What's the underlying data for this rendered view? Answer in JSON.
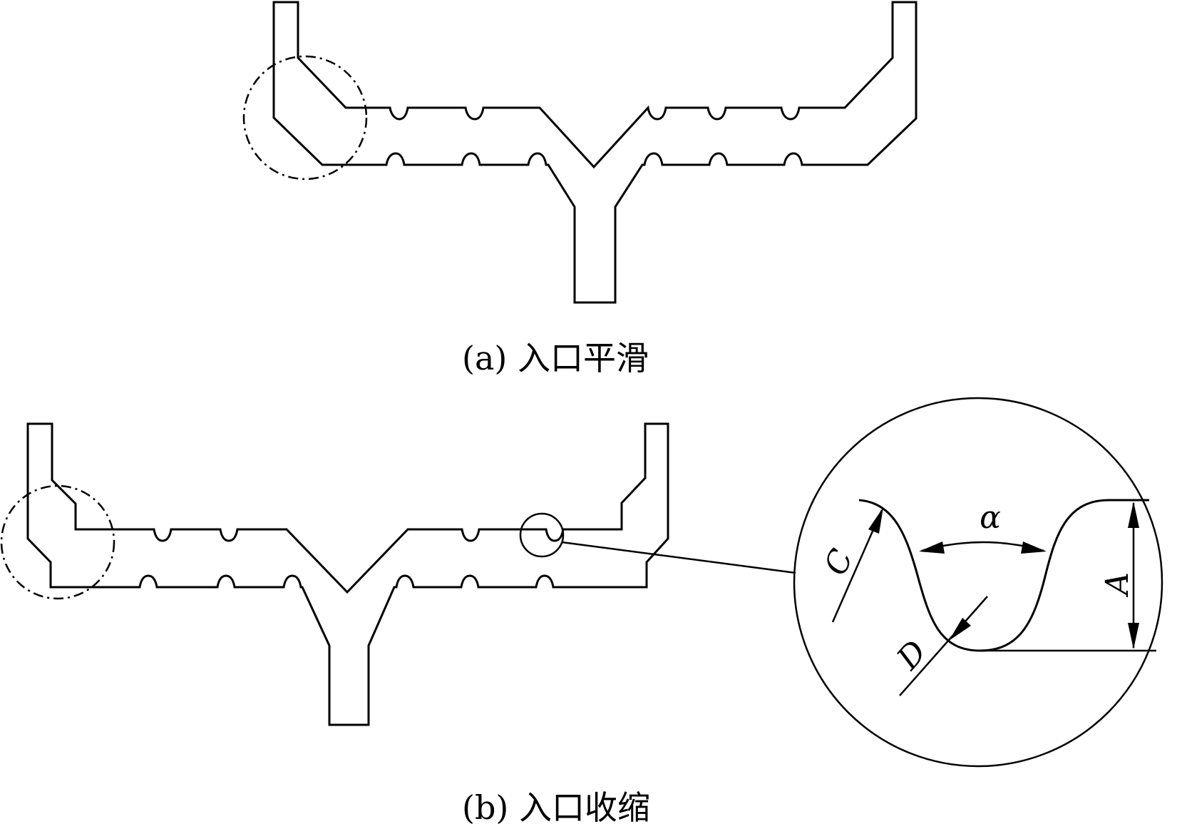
{
  "captions": {
    "a": "(a) 入口平滑",
    "b": "(b) 入口收缩"
  },
  "detail_labels": {
    "C": "C",
    "D": "D",
    "alpha": "α",
    "A": "A"
  },
  "colors": {
    "line": "#000000",
    "background": "#ffffff"
  }
}
